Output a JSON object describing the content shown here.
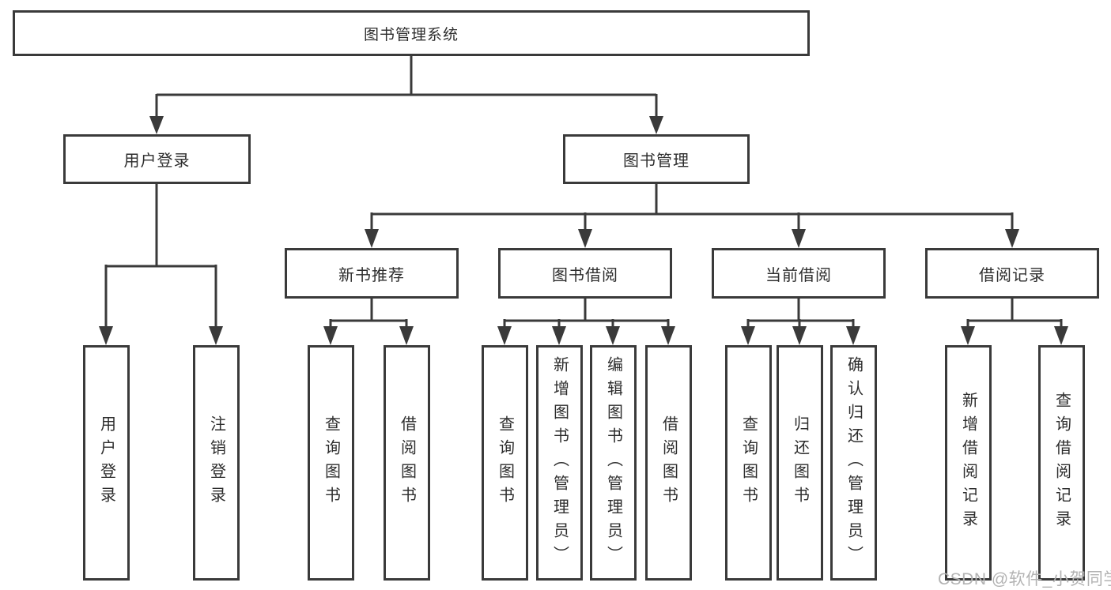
{
  "tree": {
    "root": {
      "label": "图书管理系统"
    },
    "children": [
      {
        "label": "用户登录",
        "children": [
          {
            "label": "用户登录"
          },
          {
            "label": "注销登录"
          }
        ]
      },
      {
        "label": "图书管理",
        "children": [
          {
            "label": "新书推荐",
            "children": [
              {
                "label": "查询图书"
              },
              {
                "label": "借阅图书"
              }
            ]
          },
          {
            "label": "图书借阅",
            "children": [
              {
                "label": "查询图书"
              },
              {
                "label": "新增图书（管理员）"
              },
              {
                "label": "编辑图书（管理员）"
              },
              {
                "label": "借阅图书"
              }
            ]
          },
          {
            "label": "当前借阅",
            "children": [
              {
                "label": "查询图书"
              },
              {
                "label": "归还图书"
              },
              {
                "label": "确认归还（管理员）"
              }
            ]
          },
          {
            "label": "借阅记录",
            "children": [
              {
                "label": "新增借阅记录"
              },
              {
                "label": "查询借阅记录"
              }
            ]
          }
        ]
      }
    ]
  },
  "watermark": {
    "text": "CSDN @软件_小贺同学"
  },
  "colors": {
    "line": "#3a3a3a",
    "text": "#2d2d2d",
    "background": "#ffffff",
    "watermark": "#b3b3b3"
  }
}
